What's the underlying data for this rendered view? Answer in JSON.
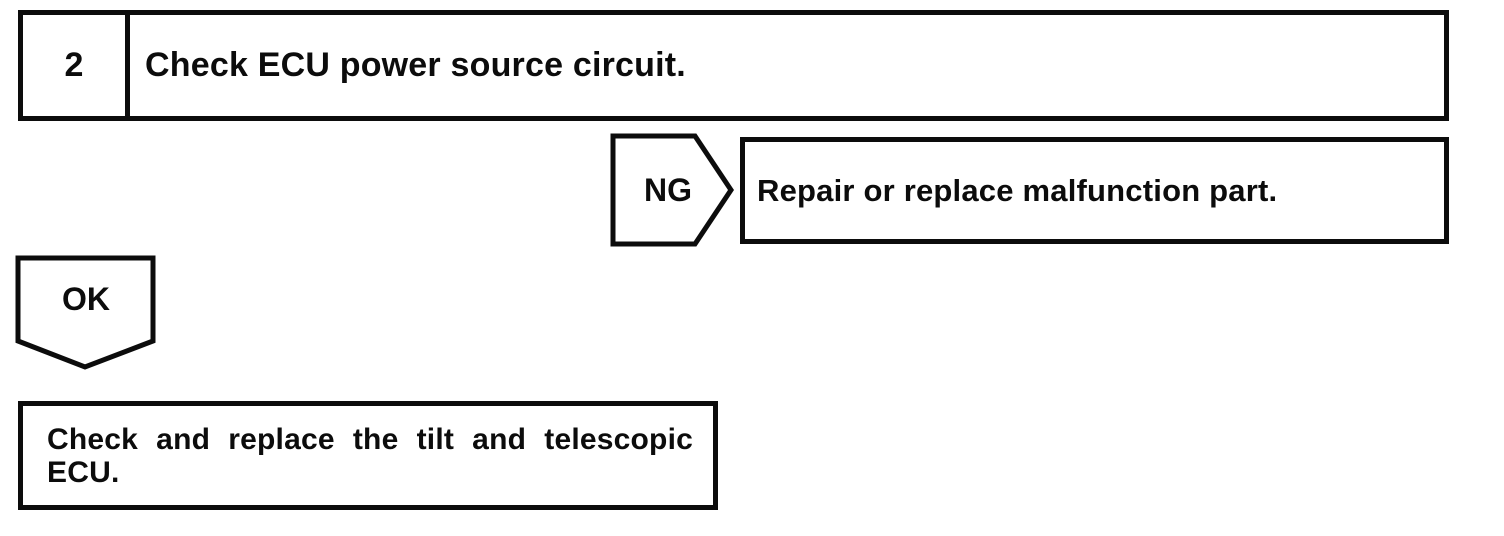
{
  "page": {
    "background_color": "#ffffff",
    "ink_color": "#0c0c0c"
  },
  "flowchart": {
    "step_box": {
      "number": "2",
      "instruction": "Check ECU power source circuit."
    },
    "ng_branch": {
      "label": "NG",
      "action": "Repair or replace malfunction part."
    },
    "ok_branch": {
      "label": "OK"
    },
    "result_box": {
      "lines": [
        "Check and replace the tilt and telescopic",
        "ECU."
      ]
    }
  }
}
